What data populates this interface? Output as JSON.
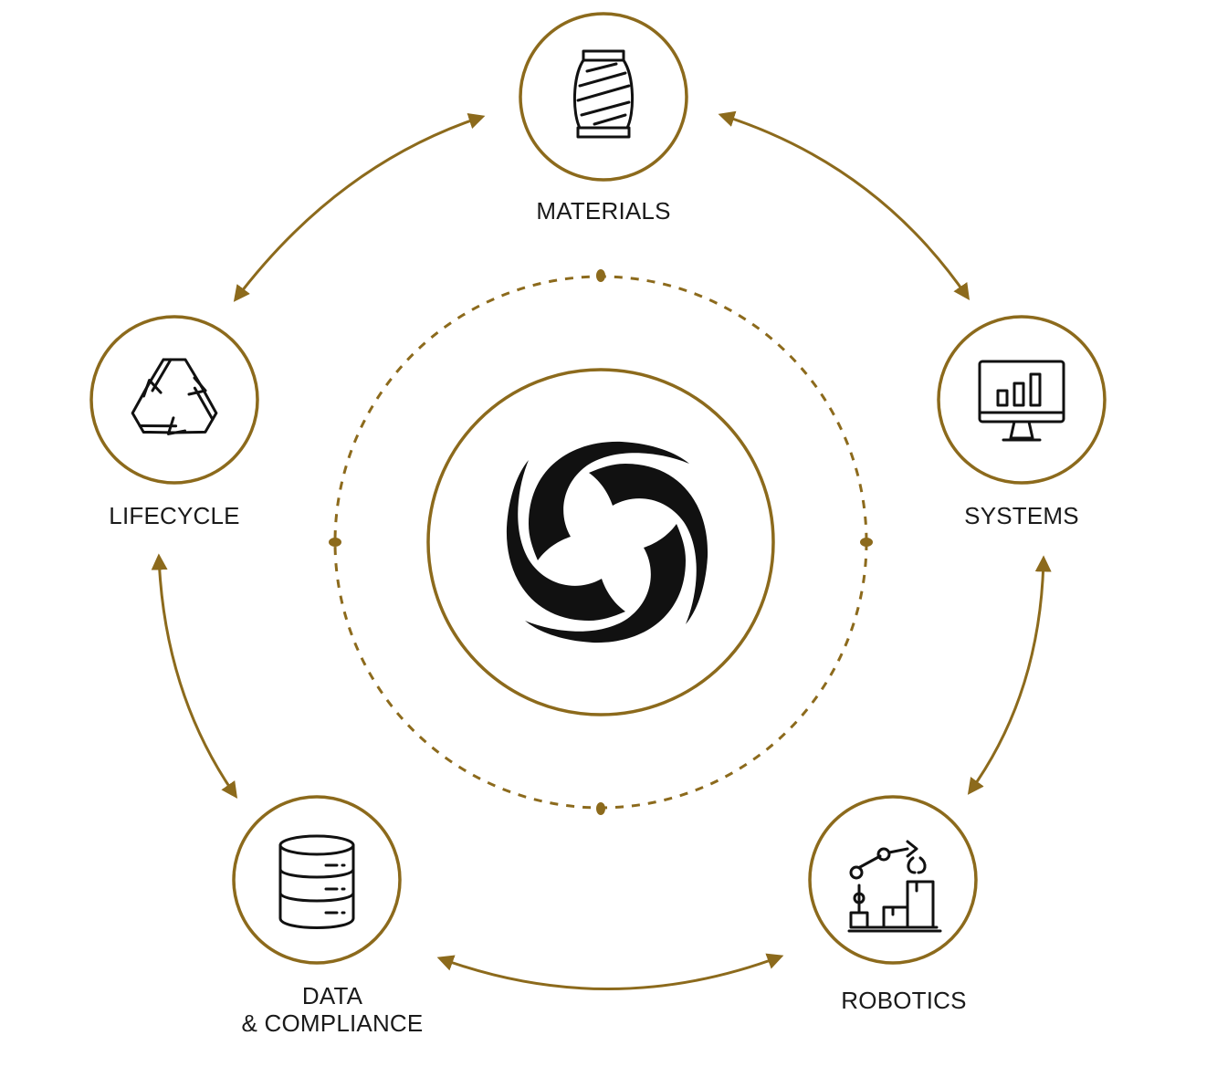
{
  "colors": {
    "accent": "#8c6a1c",
    "ink": "#111111",
    "background": "#ffffff"
  },
  "center": {
    "icon": "swirl-logo-icon"
  },
  "nodes": [
    {
      "id": "materials",
      "label": "MATERIALS",
      "icon": "thread-spool-icon"
    },
    {
      "id": "systems",
      "label": "SYSTEMS",
      "icon": "monitor-chart-icon"
    },
    {
      "id": "robotics",
      "label": "ROBOTICS",
      "icon": "robot-arm-icon"
    },
    {
      "id": "data",
      "label_line1": "DATA",
      "label_line2": "& COMPLIANCE",
      "icon": "database-icon"
    },
    {
      "id": "lifecycle",
      "label": "LIFECYCLE",
      "icon": "recycle-icon"
    }
  ],
  "connections": [
    {
      "from": "lifecycle",
      "to": "materials",
      "bidirectional": true
    },
    {
      "from": "materials",
      "to": "systems",
      "bidirectional": true
    },
    {
      "from": "systems",
      "to": "robotics",
      "bidirectional": true
    },
    {
      "from": "robotics",
      "to": "data",
      "bidirectional": true
    },
    {
      "from": "data",
      "to": "lifecycle",
      "bidirectional": true
    }
  ]
}
